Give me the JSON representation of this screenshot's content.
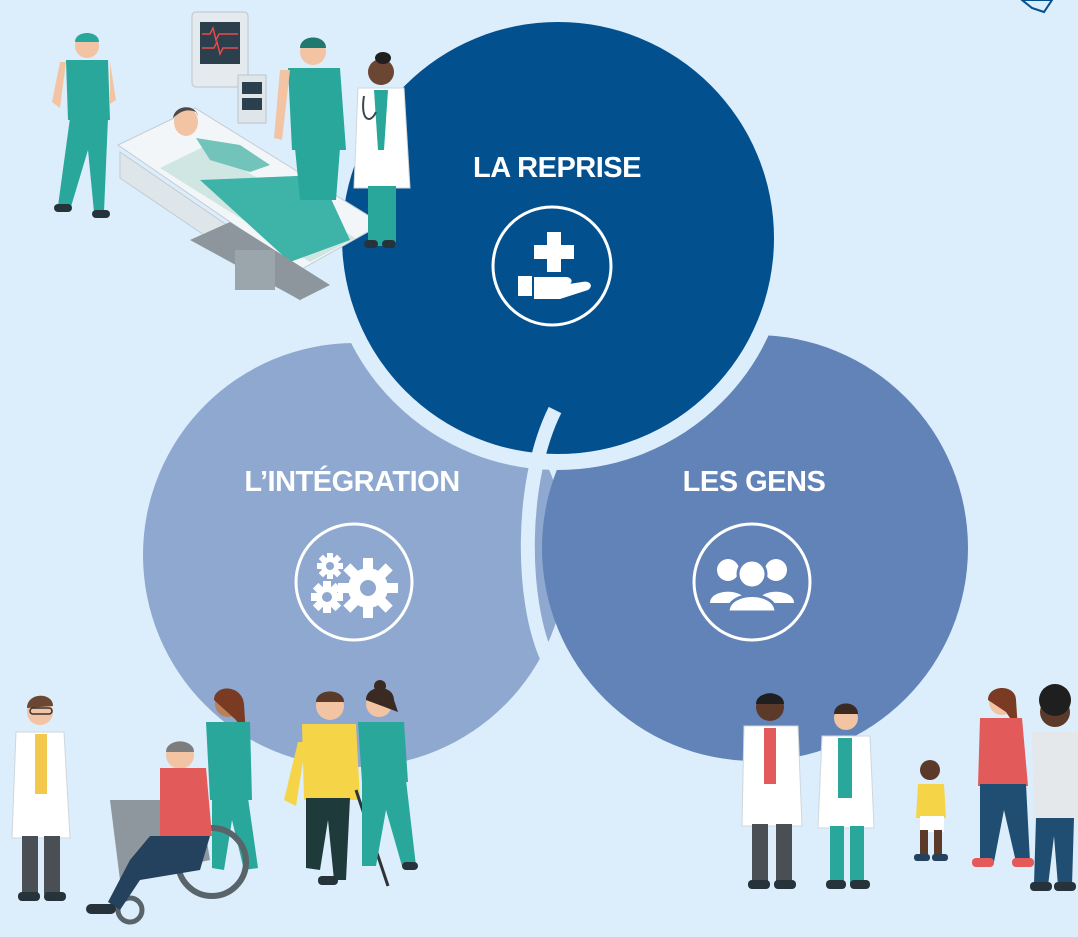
{
  "diagram": {
    "circles": [
      {
        "id": "reprise",
        "label": "LA REPRISE",
        "icon": "hand-plus-icon",
        "color": "#03508f"
      },
      {
        "id": "integration",
        "label": "L’INTÉGRATION",
        "icon": "gears-icon",
        "color": "#8ea8cf"
      },
      {
        "id": "gens",
        "label": "LES GENS",
        "icon": "people-group-icon",
        "color": "#6183b7"
      }
    ]
  },
  "colors": {
    "background": "#dcedfb",
    "scrubs": "#2aa79b",
    "coat": "#ffffff"
  },
  "illustrations": [
    "hospital-team-illustration",
    "patient-care-illustration",
    "community-illustration"
  ]
}
